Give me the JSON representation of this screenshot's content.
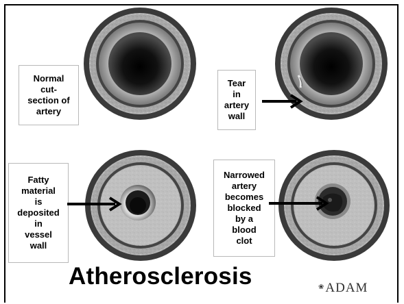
{
  "panels": [
    {
      "label": "Normal\ncut-\nsection of\nartery"
    },
    {
      "label": "Tear\nin\nartery\nwall"
    },
    {
      "label": "Fatty\nmaterial\nis\ndeposited\nin\nvessel\nwall"
    },
    {
      "label": "Narrowed\nartery\nbecomes\nblocked\nby a\nblood\nclot"
    }
  ],
  "title": "Atherosclerosis",
  "logo": {
    "text": "ADAM",
    "mark": "❀"
  },
  "colors": {
    "outer_ring": "#3a3a3a",
    "wall": "#a9a9a9",
    "lumen": "#1c1c1c",
    "clot": "#2b2b2b"
  }
}
